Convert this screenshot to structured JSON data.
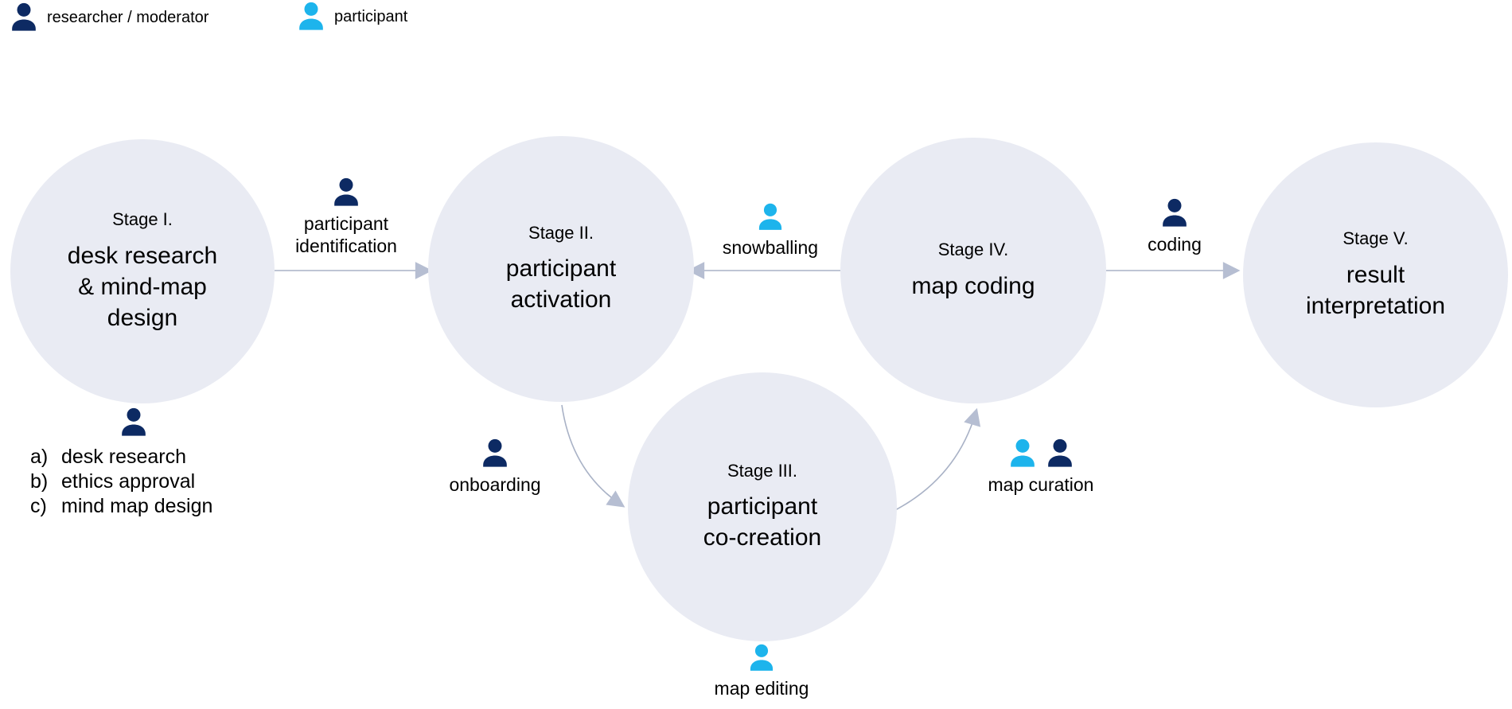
{
  "legend": {
    "researcher": {
      "label": "researcher / moderator"
    },
    "participant": {
      "label": "participant"
    }
  },
  "stages": {
    "s1": {
      "label": "Stage I.",
      "title": "desk research\n& mind-map\ndesign"
    },
    "s2": {
      "label": "Stage II.",
      "title": "participant\nactivation"
    },
    "s3": {
      "label": "Stage III.",
      "title": "participant\nco-creation"
    },
    "s4": {
      "label": "Stage IV.",
      "title": "map coding"
    },
    "s5": {
      "label": "Stage V.",
      "title": "result\ninterpretation"
    }
  },
  "activities": {
    "participant_identification": {
      "label": "participant\nidentification",
      "actor": "researcher / moderator"
    },
    "snowballing": {
      "label": "snowballing",
      "actor": "participant"
    },
    "onboarding": {
      "label": "onboarding",
      "actor": "researcher / moderator"
    },
    "map_curation": {
      "label": "map curation",
      "actor": "participant + researcher / moderator"
    },
    "map_editing": {
      "label": "map editing",
      "actor": "participant"
    },
    "coding": {
      "label": "coding",
      "actor": "researcher / moderator"
    }
  },
  "stage1_tasks": {
    "items": [
      {
        "prefix": "a)",
        "text": "desk research"
      },
      {
        "prefix": "b)",
        "text": "ethics approval"
      },
      {
        "prefix": "c)",
        "text": "mind map design"
      }
    ]
  },
  "colors": {
    "researcher": "#0d2a63",
    "participant": "#1db4ec",
    "stage_fill": "#e9ebf3",
    "arrow_line": "#a9b2c6",
    "arrow_head": "#b6bed2"
  }
}
